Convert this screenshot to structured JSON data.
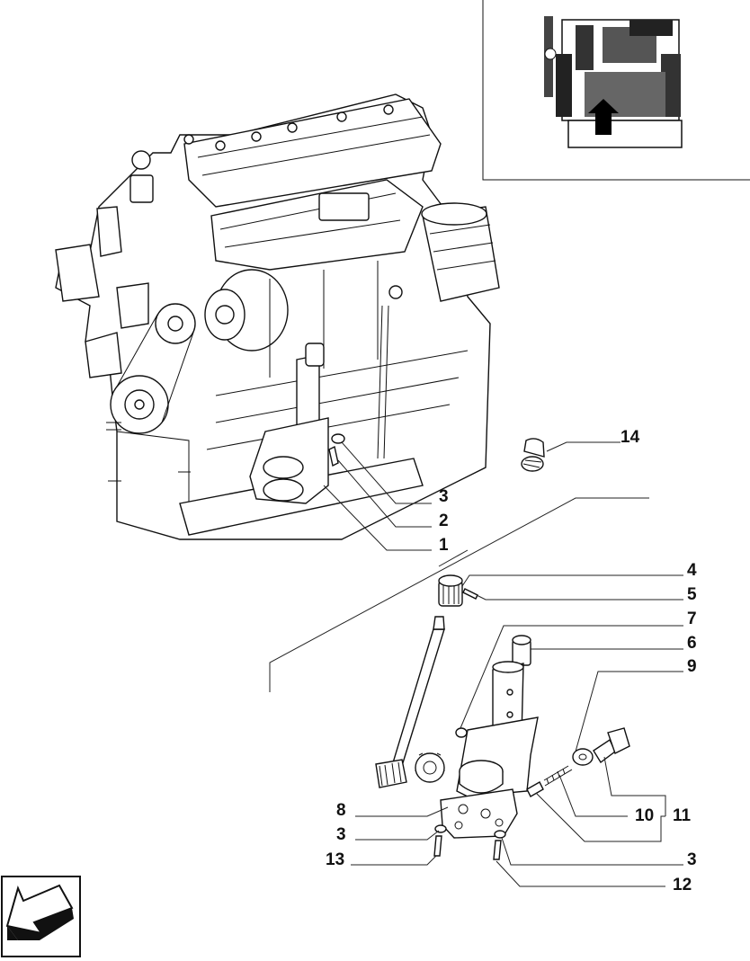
{
  "callouts": {
    "c14": "14",
    "c3a": "3",
    "c2": "2",
    "c1": "1",
    "c4": "4",
    "c5": "5",
    "c7": "7",
    "c6": "6",
    "c9": "9",
    "c8": "8",
    "c10": "10",
    "c11": "11",
    "c3b": "3",
    "c13": "13",
    "c3c": "3",
    "c12": "12"
  },
  "icons": {
    "nav": "back-arrow-icon",
    "locator": "engine-locator-thumbnail"
  }
}
